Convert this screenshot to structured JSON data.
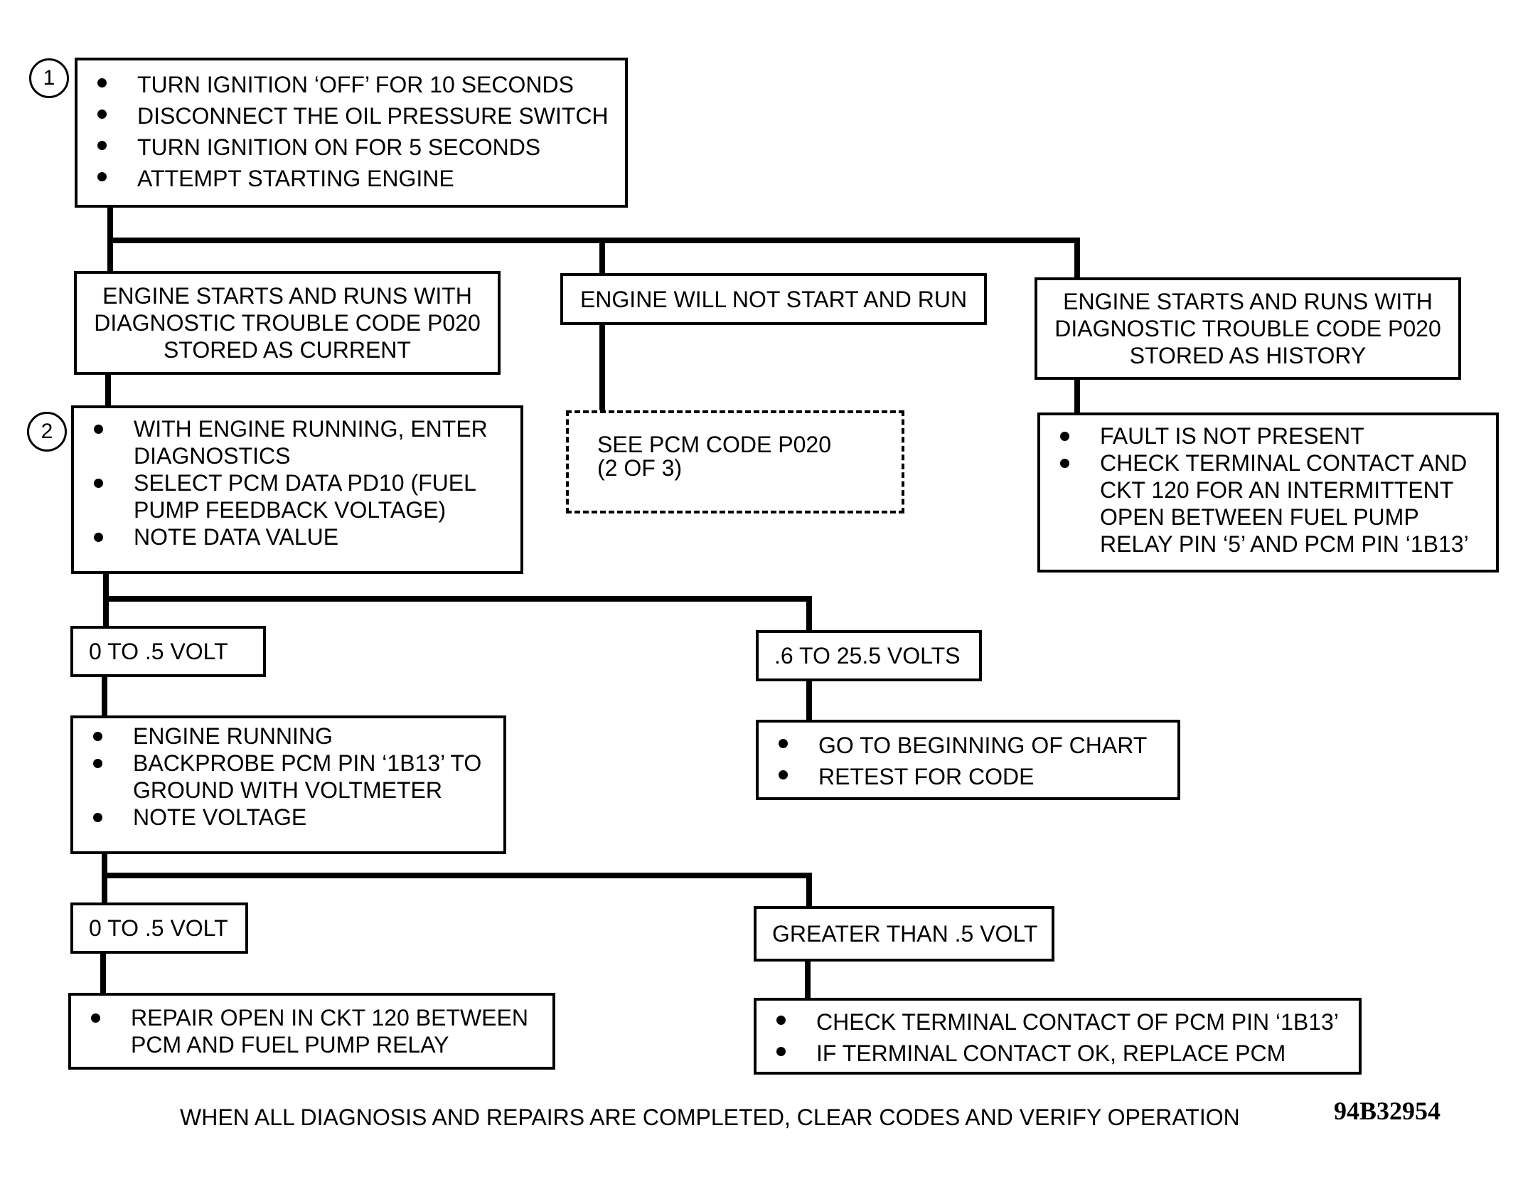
{
  "steps": {
    "one": "1",
    "two": "2"
  },
  "box_start": {
    "items": [
      [
        "TURN IGNITION ‘OFF’ FOR 10 SECONDS"
      ],
      [
        "DISCONNECT THE OIL PRESSURE SWITCH"
      ],
      [
        "TURN IGNITION ON FOR 5 SECONDS"
      ],
      [
        "ATTEMPT STARTING ENGINE"
      ]
    ]
  },
  "result_current": [
    "ENGINE STARTS AND RUNS WITH",
    "DIAGNOSTIC TROUBLE CODE P020",
    "STORED AS CURRENT"
  ],
  "result_no_start": "ENGINE WILL NOT START AND RUN",
  "result_history": [
    "ENGINE STARTS AND RUNS WITH",
    "DIAGNOSTIC TROUBLE CODE P020",
    "STORED AS HISTORY"
  ],
  "box_step2": {
    "items": [
      [
        "WITH ENGINE RUNNING, ENTER",
        "DIAGNOSTICS"
      ],
      [
        "SELECT PCM DATA PD10 (FUEL",
        "PUMP FEEDBACK VOLTAGE)"
      ],
      [
        "NOTE DATA VALUE"
      ]
    ]
  },
  "box_see_code": [
    "SEE PCM CODE P020",
    "(2 OF 3)"
  ],
  "box_history_action": {
    "items": [
      [
        "FAULT IS NOT PRESENT"
      ],
      [
        "CHECK TERMINAL CONTACT AND",
        "CKT 120 FOR AN INTERMITTENT",
        "OPEN BETWEEN FUEL PUMP",
        "RELAY PIN ‘5’ AND PCM PIN ‘1B13’"
      ]
    ]
  },
  "label_low_1": "0 TO .5 VOLT",
  "label_high_1": ".6 TO 25.5 VOLTS",
  "box_backprobe": {
    "items": [
      [
        "ENGINE RUNNING"
      ],
      [
        "BACKPROBE PCM PIN ‘1B13’ TO",
        "GROUND WITH VOLTMETER"
      ],
      [
        "NOTE VOLTAGE"
      ]
    ]
  },
  "box_retest": {
    "items": [
      [
        "GO TO BEGINNING OF CHART"
      ],
      [
        "RETEST FOR CODE"
      ]
    ]
  },
  "label_low_2": "0 TO .5 VOLT",
  "label_high_2": "GREATER THAN .5 VOLT",
  "box_repair": {
    "items": [
      [
        "REPAIR OPEN IN CKT 120 BETWEEN",
        "PCM AND FUEL PUMP RELAY"
      ]
    ]
  },
  "box_replace": {
    "items": [
      [
        "CHECK TERMINAL CONTACT OF PCM PIN ‘1B13’"
      ],
      [
        "IF TERMINAL CONTACT OK, REPLACE PCM"
      ]
    ]
  },
  "footer": "WHEN ALL DIAGNOSIS AND REPAIRS ARE COMPLETED, CLEAR CODES AND VERIFY OPERATION",
  "figure_ref": "94B32954"
}
